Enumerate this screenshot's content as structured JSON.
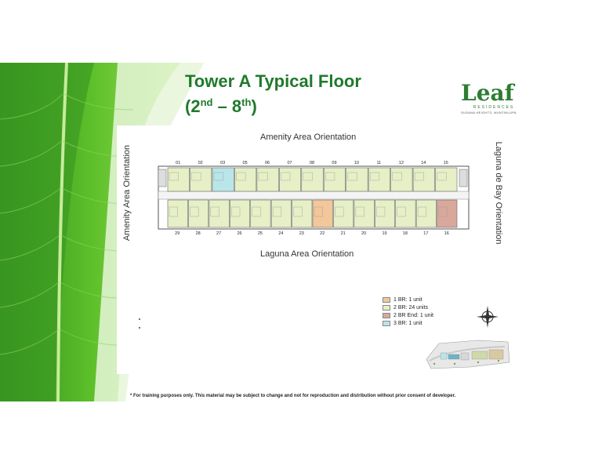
{
  "title": {
    "line1": "Tower A Typical Floor",
    "line2_start": "(2",
    "line2_sup1": "nd",
    "line2_mid": " – 8",
    "line2_sup2": "th",
    "line2_end": ")"
  },
  "logo": {
    "word": "Leaf",
    "sub": "RESIDENCES",
    "location": "SUSANA HEIGHTS, MUNTINLUPA"
  },
  "orientation": {
    "top": "Amenity Area Orientation",
    "bottom": "Laguna Area Orientation",
    "left": "Amenity Area Orientation",
    "right": "Laguna de Bay Orientation"
  },
  "units": {
    "top_row": [
      "01",
      "02",
      "03",
      "05",
      "06",
      "07",
      "08",
      "09",
      "10",
      "11",
      "12",
      "14",
      "15"
    ],
    "bottom_row": [
      "29",
      "28",
      "27",
      "26",
      "25",
      "24",
      "23",
      "22",
      "21",
      "20",
      "19",
      "18",
      "17",
      "16"
    ]
  },
  "legend": [
    {
      "label": "1 BR: 1 unit",
      "color": "#f2c79a"
    },
    {
      "label": "2 BR: 24 units",
      "color": "#e6efc6"
    },
    {
      "label": "2 BR End: 1 unit",
      "color": "#d9a89a"
    },
    {
      "label": "3 BR: 1 unit",
      "color": "#b9e6e8"
    }
  ],
  "colors": {
    "title_green": "#1f7a2c",
    "unit_2br": "#e6efc6",
    "unit_1br": "#f2c79a",
    "unit_2br_end": "#d9a89a",
    "unit_3br": "#b9e6e8"
  },
  "footnote": "* For training purposes only. This material may be subject to change and not for reproduction and distribution without prior consent of developer."
}
